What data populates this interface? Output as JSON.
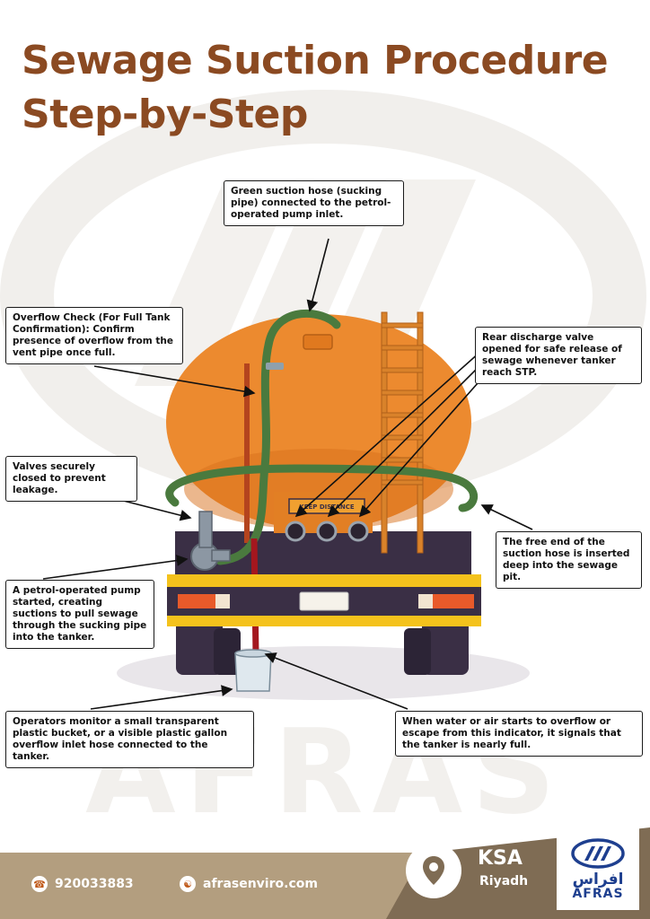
{
  "title": {
    "line1": "Sewage Suction Procedure",
    "line2": "Step-by-Step"
  },
  "watermark_text": "AFRAS",
  "callouts": {
    "suction_hose": "Green suction hose (sucking pipe) connected to the petrol-operated pump inlet.",
    "overflow_check": "Overflow Check (For Full Tank Confirmation): Confirm presence of overflow from the vent pipe once full.",
    "rear_valve": "Rear discharge valve opened for safe release of sewage whenever tanker reach STP.",
    "valves_closed": "Valves securely closed to prevent leakage.",
    "free_end": "The free end of the suction hose is inserted deep into the sewage pit.",
    "pump_started": "A petrol-operated pump started, creating suctions to pull sewage through the sucking pipe into the tanker.",
    "operators_monitor": "Operators monitor a small transparent plastic bucket, or a visible plastic gallon overflow inlet hose connected to the tanker.",
    "overflow_signal": "When water or air starts to overflow or escape from this indicator, it signals that the tanker is nearly full."
  },
  "truck": {
    "plate_text": "KEEP DISTANCE",
    "tank_color": "#ec8a2f",
    "hose_color": "#4a7a3e",
    "chassis_color": "#3a2f45",
    "bumper_color": "#f4c21c"
  },
  "footer": {
    "phone": "920033883",
    "website": "afrasenviro.com",
    "country": "KSA",
    "city": "Riyadh",
    "logo_arabic": "افراس",
    "logo_latin": "AFRAS",
    "bar_color": "#b39e7f",
    "bar_dark_color": "#7f6c54"
  },
  "icons": {
    "phone": "phone-icon",
    "globe": "globe-icon",
    "location": "location-pin-icon",
    "logo": "afras-logo-icon"
  },
  "colors": {
    "title": "#8b4a22",
    "brand_blue": "#1e3f8f"
  }
}
